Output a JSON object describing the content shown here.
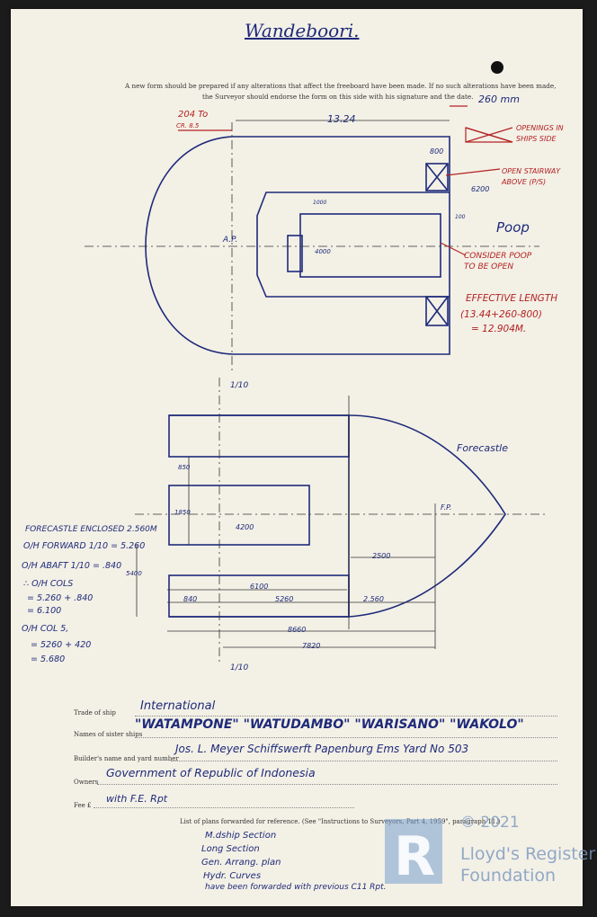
{
  "title": "Wandeboori.",
  "instructions": {
    "line1": "A new form should be prepared if any alterations that affect the freeboard have been made.  If no such alterations have been made,",
    "line2": "the Surveyor should endorse the form on this side with his signature and the date."
  },
  "plan_notes": {
    "dim_204": "204 To",
    "dim_204_sub": "CR. 8.5",
    "dim_1324": "13.24",
    "dim_260mm": "260 mm",
    "openings": "OPENINGS IN",
    "openings2": "SHIPS SIDE",
    "dim_800": "800",
    "stairway": "OPEN STAIRWAY",
    "stairway2": "ABOVE (P/S)",
    "dim_6200": "6200",
    "dim_1000": "1000",
    "dim_4000": "4000",
    "dim_100": "100",
    "ap": "A.P.",
    "poop": "Poop",
    "consider": "CONSIDER POOP",
    "consider2": "TO BE OPEN",
    "eff": "EFFECTIVE LENGTH",
    "eff2": "(13.44+260-800)",
    "eff3": "= 12.904M."
  },
  "fore_notes": {
    "quarter_top": "1/10",
    "quarter_bottom": "1/10",
    "forecastle": "Forecastle",
    "fp": "F.P.",
    "dim_850": "850",
    "dim_1850": "1850",
    "dim_4200": "4200",
    "dim_2500": "2500",
    "dim_6100": "6100",
    "dim_840": "840",
    "dim_5260": "5260",
    "dim_2560": "2.560",
    "dim_8660": "8660",
    "dim_7820": "7820",
    "dim_5400": "5400"
  },
  "calc": {
    "l1": "FORECASTLE ENCLOSED  2.560M",
    "l2": "O/H FORWARD  1/10 = 5.260",
    "l3": "O/H ABAFT  1/10 = .840",
    "l4": "∴ O/H COLS",
    "l5": "= 5.260 + .840",
    "l6": "= 6.100",
    "l7": "O/H COL 5,",
    "l8": "= 5260 + 420",
    "l9": "= 5.680"
  },
  "form": {
    "trade_label": "Trade of ship",
    "trade_value": "International",
    "sister_label": "Names of sister ships",
    "sister_value": "\"WATAMPONE\" \"WATUDAMBO\" \"WARISANO\" \"WAKOLO\"",
    "builder_label": "Builder's name and yard number",
    "builder_value": "Jos. L. Meyer  Schiffswerft  Papenburg  Ems   Yard No 503",
    "owners_label": "Owners",
    "owners_value": "Government  of  Republic  of  Indonesia",
    "fee_label": "Fee £",
    "fee_value": "with F.E. Rpt",
    "plans_label": "List of plans forwarded for reference. (See \"Instructions to Surveyors, Part 4, 1959\", paragraph 11.)",
    "plans": [
      "M.dship  Section",
      "Long  Section",
      "Gen.  Arrang.  plan",
      "Hydr.  Curves",
      "have been forwarded with previous C11 Rpt."
    ]
  },
  "watermark": {
    "copyright": "© 2021",
    "line1": "Lloyd's Register",
    "line2": "Foundation"
  },
  "colors": {
    "ink": "#1e2a7a",
    "red_ink": "#b32222",
    "paper": "#f3f0e6"
  }
}
